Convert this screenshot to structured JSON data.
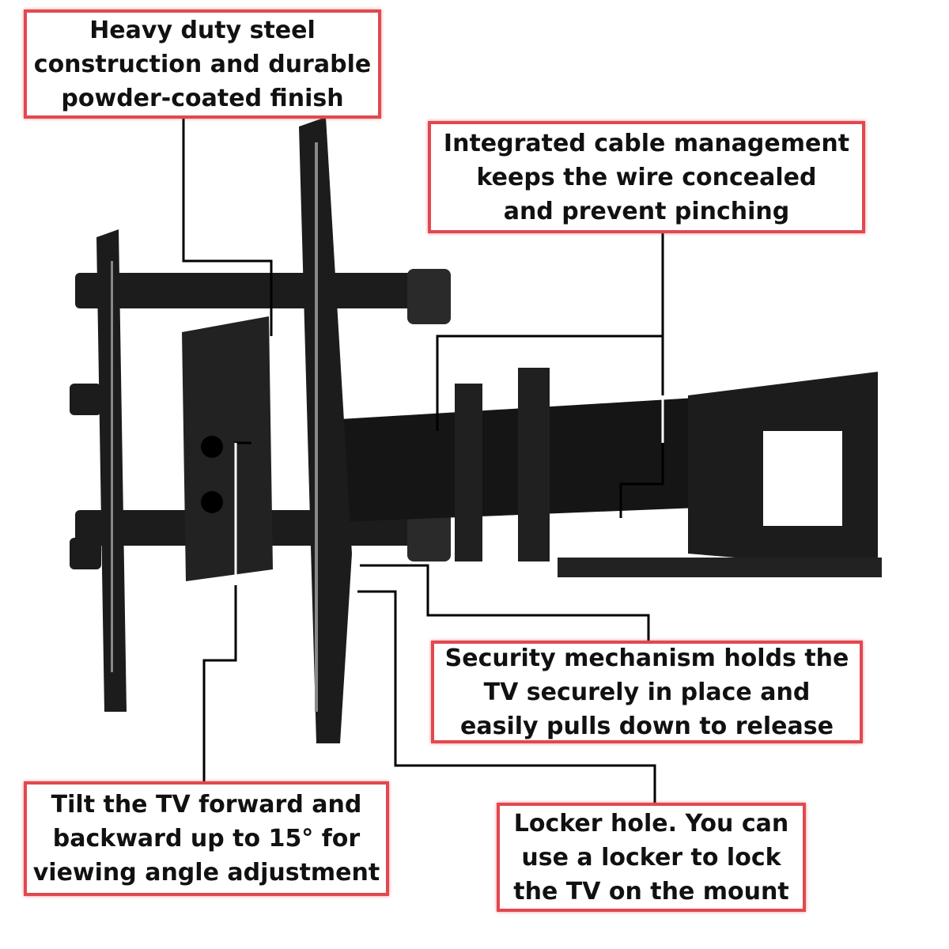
{
  "callouts": {
    "steel": "Heavy duty steel\nconstruction and durable\npowder-coated finish",
    "cable": "Integrated cable management\nkeeps the wire concealed\nand prevent pinching",
    "security": "Security mechanism holds the\nTV securely in place and\neasily pulls down to release",
    "tilt": "Tilt the TV forward and\nbackward up to 15° for\nviewing angle adjustment",
    "locker": "Locker hole. You can\nuse a locker to lock\nthe TV on the mount"
  },
  "colors": {
    "border": "#e2484f",
    "mount": "#1a1a1a"
  }
}
